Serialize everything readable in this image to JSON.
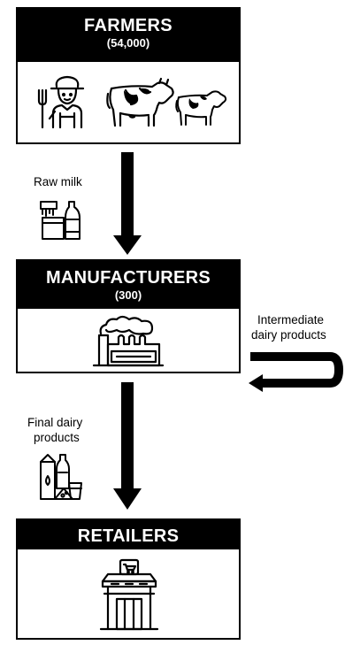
{
  "stages": {
    "farmers": {
      "title": "FARMERS",
      "count": "(54,000)"
    },
    "manufacturers": {
      "title": "MANUFACTURERS",
      "count": "(300)"
    },
    "retailers": {
      "title": "RETAILERS"
    }
  },
  "flows": {
    "raw_milk": "Raw milk",
    "final_dairy_line1": "Final dairy",
    "final_dairy_line2": "products",
    "intermediate_line1": "Intermediate",
    "intermediate_line2": "dairy products"
  },
  "colors": {
    "ink": "#000000",
    "paper": "#ffffff"
  },
  "icons": [
    "farmer-icon",
    "cow-icon",
    "milk-bottles-icon",
    "factory-icon",
    "dairy-products-icon",
    "store-icon"
  ]
}
